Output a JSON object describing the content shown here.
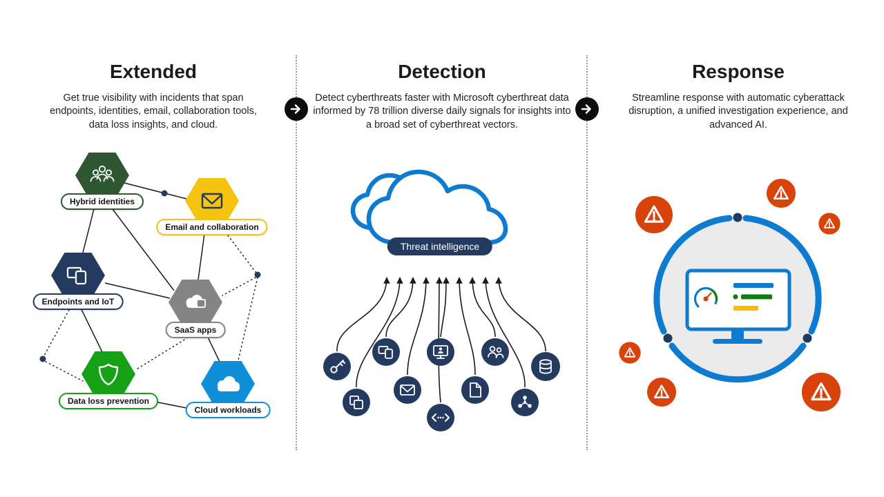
{
  "columns": [
    {
      "title": "Extended",
      "description": "Get true visibility with incidents that span endpoints, identities, email, collaboration tools, data loss insights, and cloud.",
      "nodes": [
        {
          "label": "Hybrid identities",
          "icon": "people-group-icon",
          "color": "#2e5631"
        },
        {
          "label": "Email and collaboration",
          "icon": "envelope-icon",
          "color": "#f6c310"
        },
        {
          "label": "Endpoints and IoT",
          "icon": "devices-icon",
          "color": "#243a5e"
        },
        {
          "label": "SaaS apps",
          "icon": "saas-cloud-icon",
          "color": "#848484"
        },
        {
          "label": "Data loss prevention",
          "icon": "shield-icon",
          "color": "#16a016"
        },
        {
          "label": "Cloud workloads",
          "icon": "cloud-icon",
          "color": "#0f8fd7"
        }
      ]
    },
    {
      "title": "Detection",
      "description": "Detect cyberthreats faster with Microsoft cyberthreat data informed by 78 trillion diverse daily signals for insights into a broad set of cyberthreat vectors.",
      "cloud_label": "Threat intelligence",
      "signal_icons": [
        "key-icon",
        "copy-icon",
        "devices-icon",
        "mail-icon",
        "code-icon",
        "monitor-person-icon",
        "document-icon",
        "people-icon",
        "network-icon",
        "database-icon"
      ]
    },
    {
      "title": "Response",
      "description": "Streamline response with automatic cyberattack disruption, a unified investigation experience, and advanced AI.",
      "alert_icon": "warning-triangle-icon"
    }
  ],
  "flow_arrows": [
    {
      "icon": "arrow-right-icon"
    },
    {
      "icon": "arrow-right-icon"
    }
  ],
  "colors": {
    "accent_blue": "#0c7bd0",
    "navy": "#243a5e",
    "alert_orange": "#d8430b",
    "ring_gray": "#ebebeb",
    "divider_gray": "#9b9b9b",
    "black": "#141414"
  }
}
